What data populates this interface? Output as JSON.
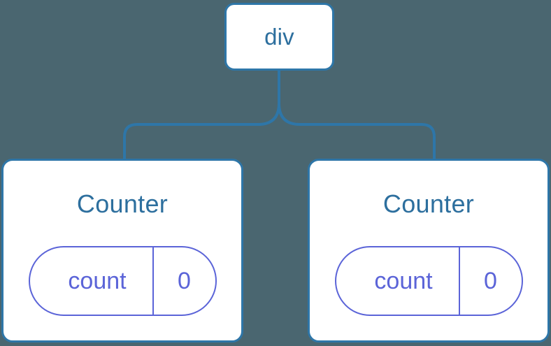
{
  "diagram": {
    "type": "component-tree",
    "background_color": "#4a6670",
    "node_border_color": "#2e76a8",
    "node_fill_color": "#ffffff",
    "node_text_color": "#2d6f9e",
    "state_accent_color": "#5b64d8",
    "connector_color": "#2e76a8",
    "root": {
      "label": "div"
    },
    "children": [
      {
        "label": "Counter",
        "state": {
          "key": "count",
          "value": "0"
        }
      },
      {
        "label": "Counter",
        "state": {
          "key": "count",
          "value": "0"
        }
      }
    ]
  }
}
